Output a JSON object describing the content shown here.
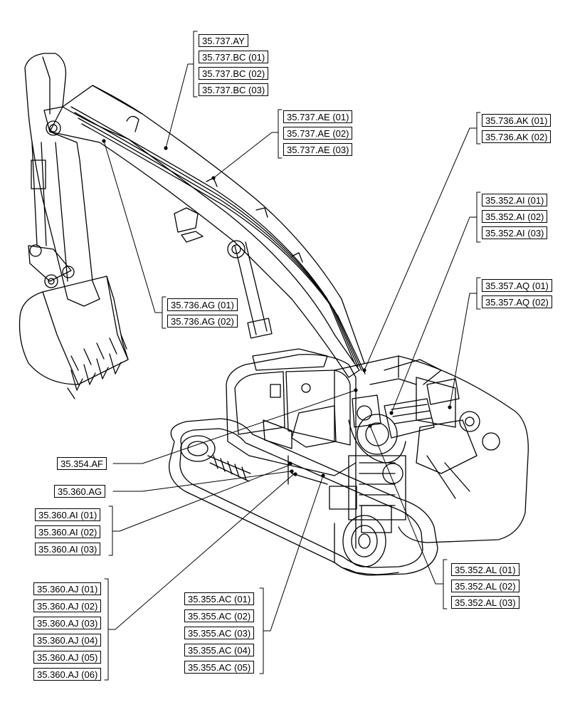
{
  "callouts": [
    {
      "id": "g1",
      "codes": [
        "35.737.AY",
        "35.737.BC (01)",
        "35.737.BC (02)",
        "35.737.BC (03)"
      ]
    },
    {
      "id": "g2",
      "codes": [
        "35.737.AE (01)",
        "35.737.AE (02)",
        "35.737.AE (03)"
      ]
    },
    {
      "id": "g3",
      "codes": [
        "35.736.AK (01)",
        "35.736.AK (02)"
      ]
    },
    {
      "id": "g4",
      "codes": [
        "35.352.AI (01)",
        "35.352.AI (02)",
        "35.352.AI (03)"
      ]
    },
    {
      "id": "g5",
      "codes": [
        "35.357.AQ (01)",
        "35.357.AQ (02)"
      ]
    },
    {
      "id": "g6",
      "codes": [
        "35.736.AG (01)",
        "35.736.AG (02)"
      ]
    },
    {
      "id": "g7",
      "codes": [
        "35.354.AF"
      ]
    },
    {
      "id": "g8",
      "codes": [
        "35.360.AG"
      ]
    },
    {
      "id": "g9",
      "codes": [
        "35.360.AI (01)",
        "35.360.AI (02)",
        "35.360.AI (03)"
      ]
    },
    {
      "id": "g10",
      "codes": [
        "35.360.AJ (01)",
        "35.360.AJ (02)",
        "35.360.AJ (03)",
        "35.360.AJ (04)",
        "35.360.AJ (05)",
        "35.360.AJ (06)"
      ]
    },
    {
      "id": "g11",
      "codes": [
        "35.355.AC (01)",
        "35.355.AC (02)",
        "35.355.AC (03)",
        "35.355.AC (04)",
        "35.355.AC (05)"
      ]
    },
    {
      "id": "g12",
      "codes": [
        "35.352.AL (01)",
        "35.352.AL (02)",
        "35.352.AL (03)"
      ]
    }
  ]
}
